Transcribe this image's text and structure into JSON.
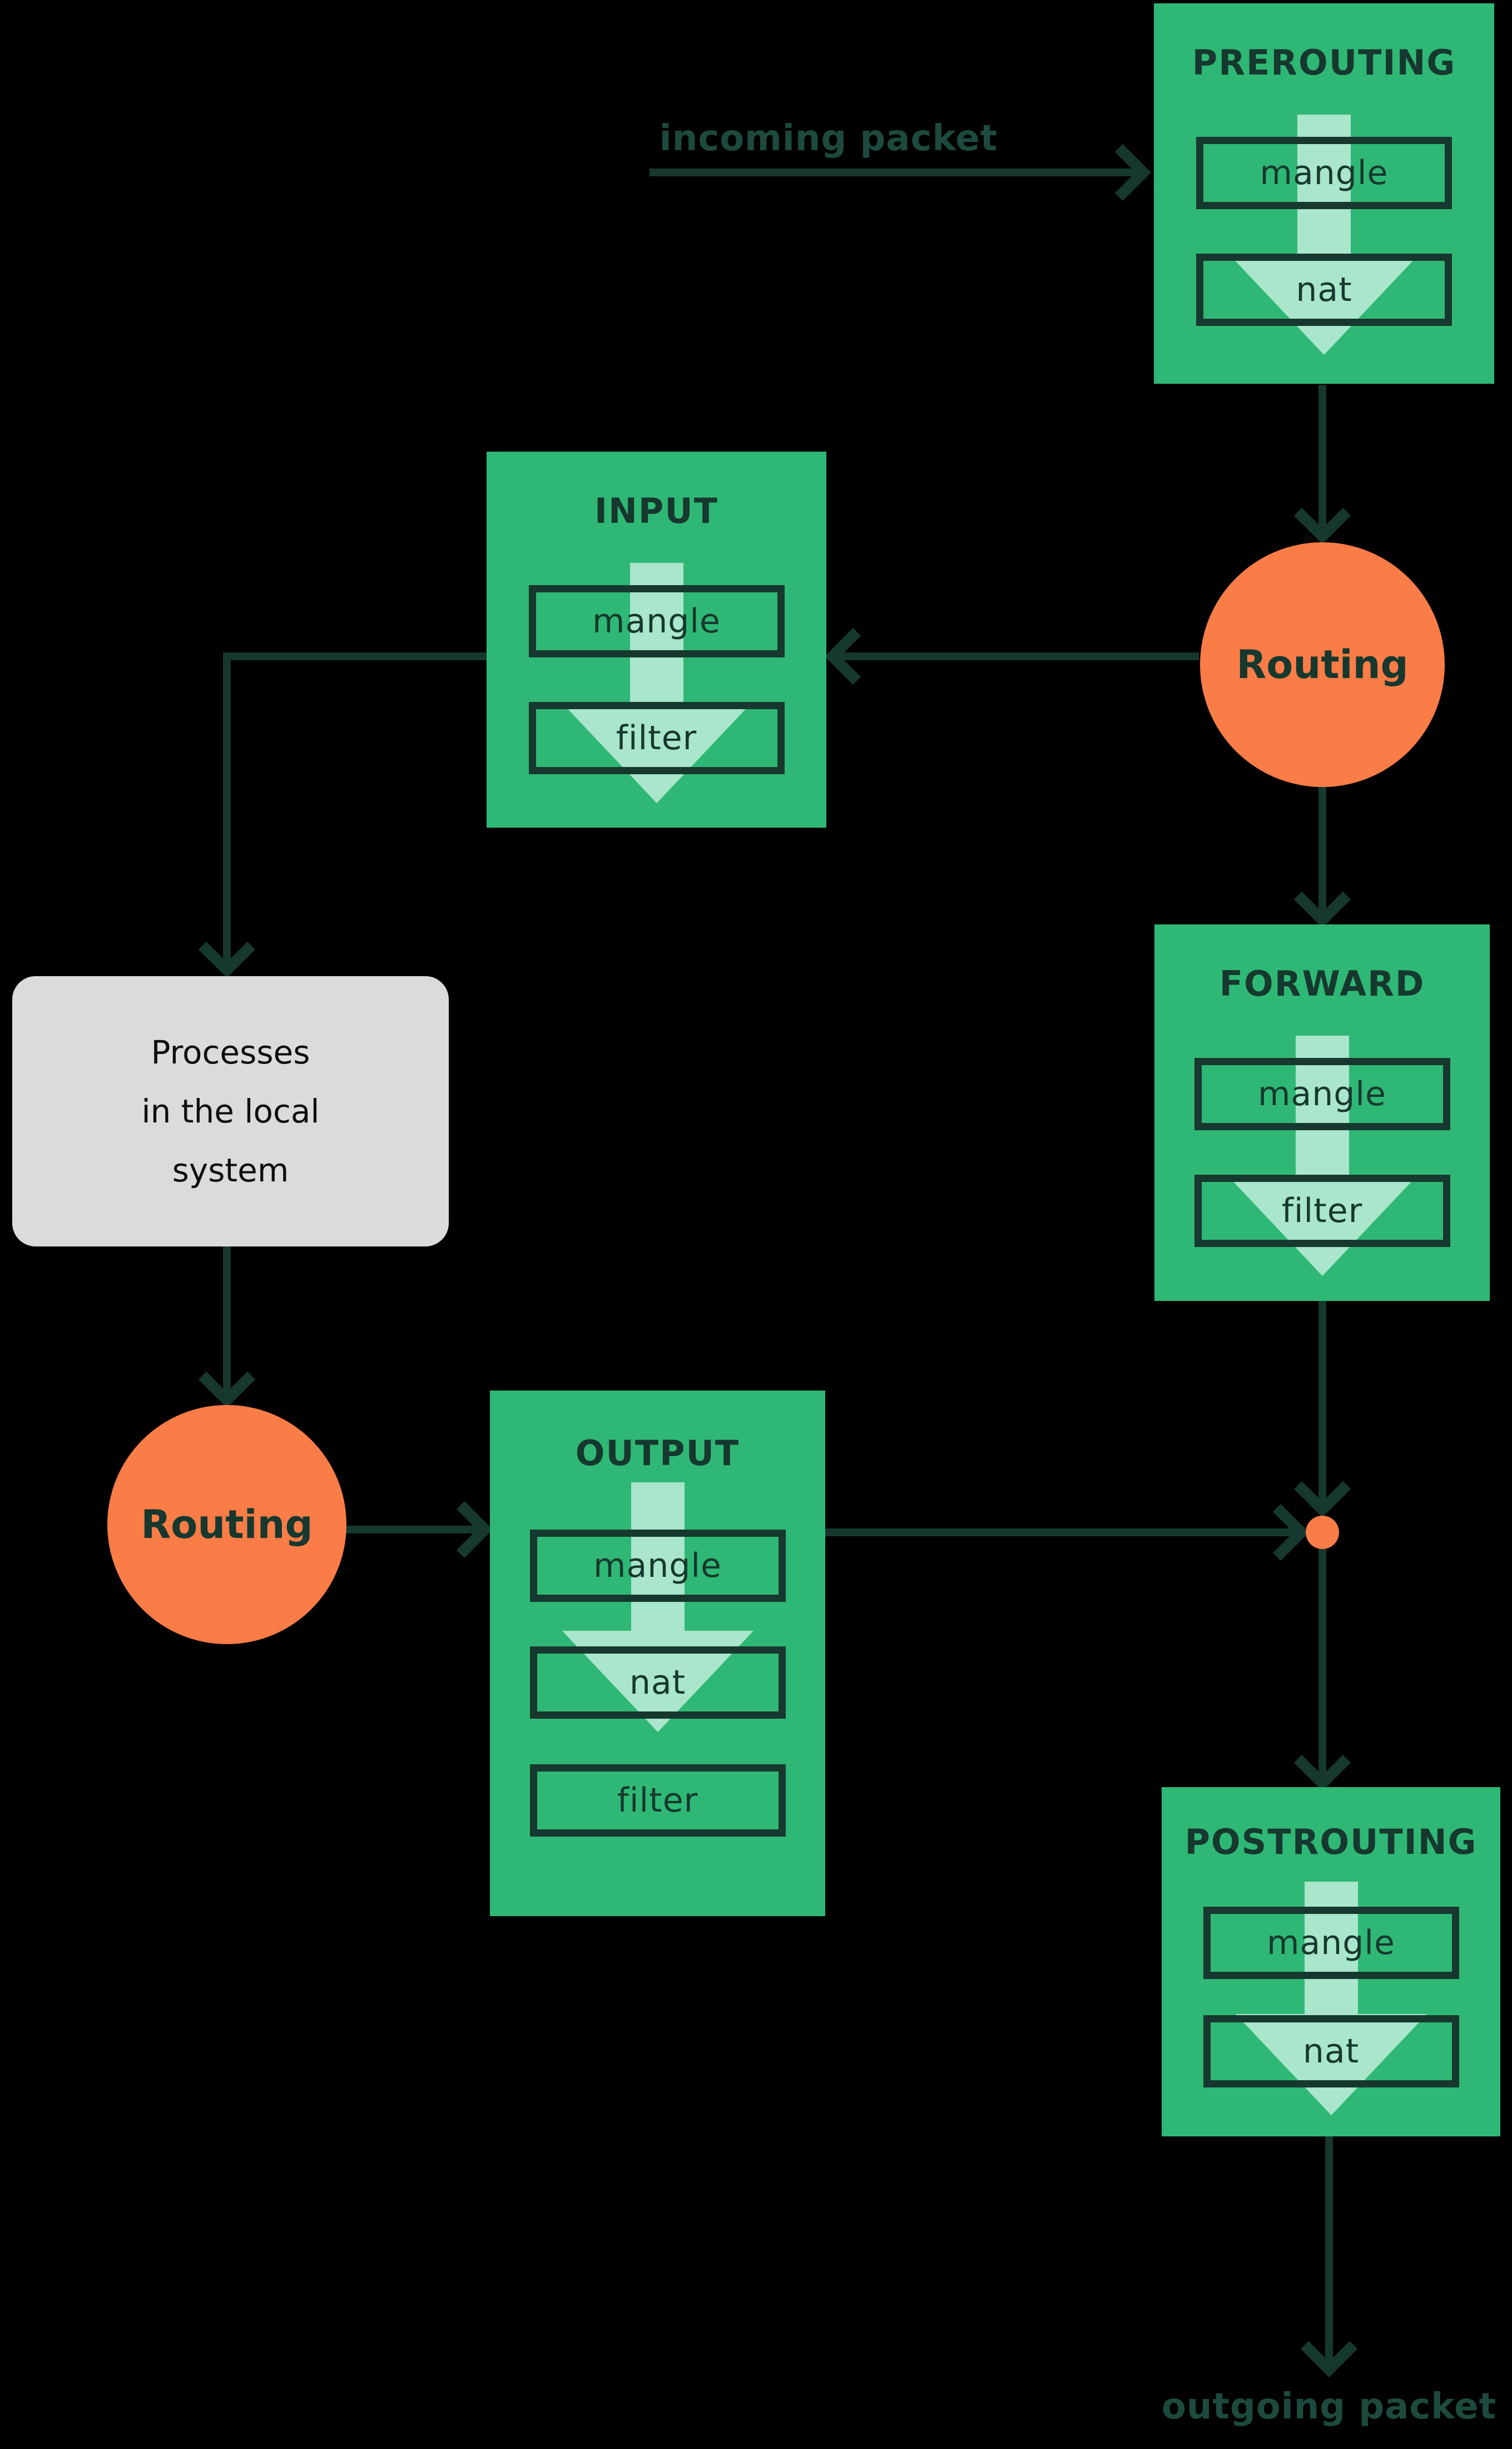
{
  "colors": {
    "bg": "#000000",
    "green": "#2fb875",
    "light": "#a9e6cb",
    "dark": "#16382e",
    "orange": "#fa7c47",
    "gray": "#dbdbdb",
    "label": "#1d4a3e",
    "process-text": "#0e0e0e"
  },
  "labels": {
    "incoming_packet": "incoming packet",
    "outgoing_packet": "outgoing packet"
  },
  "chains": {
    "prerouting": {
      "title": "PREROUTING",
      "rules": [
        "mangle",
        "nat"
      ]
    },
    "input": {
      "title": "INPUT",
      "rules": [
        "mangle",
        "filter"
      ]
    },
    "forward": {
      "title": "FORWARD",
      "rules": [
        "mangle",
        "filter"
      ]
    },
    "output": {
      "title": "OUTPUT",
      "rules": [
        "mangle",
        "nat",
        "filter"
      ]
    },
    "postrouting": {
      "title": "POSTROUTING",
      "rules": [
        "mangle",
        "nat"
      ]
    }
  },
  "nodes": {
    "routing_top": {
      "label": "Routing"
    },
    "routing_bottom": {
      "label": "Routing"
    },
    "local_processes": {
      "lines": [
        "Processes",
        "in the local",
        "system"
      ]
    }
  }
}
